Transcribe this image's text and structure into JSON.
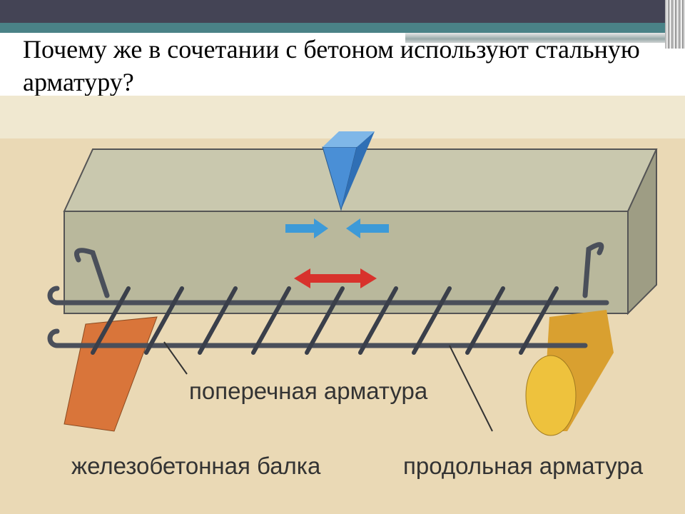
{
  "slide": {
    "title": "Почему же в сочетании с бетоном используют стальную арматуру?"
  },
  "illustration": {
    "labels": {
      "transverse": "поперечная арматура",
      "beam": "железобетонная балка",
      "longitudinal": "продольная арматура"
    },
    "colors": {
      "background": "#ead9b5",
      "beam": "#b9b89c",
      "compression_arrows": "#3d9ad8",
      "tension_arrow": "#d8322c",
      "support_left": "#d9753a",
      "support_right": "#eec23d"
    }
  }
}
